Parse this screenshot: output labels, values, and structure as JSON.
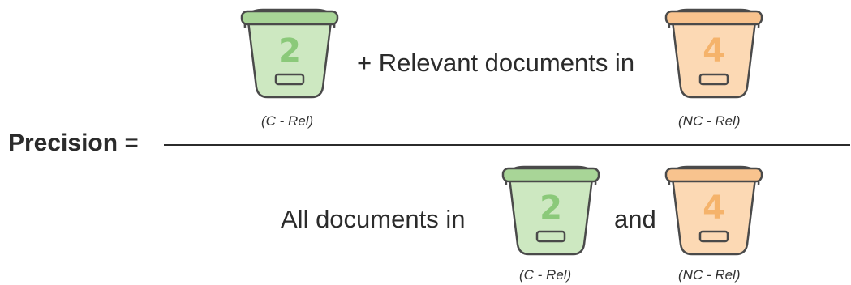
{
  "formula": {
    "label": "Precision",
    "equals": "=",
    "numerator": {
      "connector": "+ Relevant documents in",
      "bucket_left": {
        "number": "2",
        "caption": "(C - Rel)"
      },
      "bucket_right": {
        "number": "4",
        "caption": "(NC - Rel)"
      }
    },
    "denominator": {
      "prefix": "All documents in",
      "connector": "and",
      "bucket_left": {
        "number": "2",
        "caption": "(C - Rel)"
      },
      "bucket_right": {
        "number": "4",
        "caption": "(NC - Rel)"
      }
    }
  },
  "colors": {
    "green_fill": "#cde8c1",
    "green_rim": "#a8d597",
    "green_number": "#8bc97a",
    "orange_fill": "#fcd9b4",
    "orange_rim": "#f8c38e",
    "orange_number": "#f5b36b",
    "stroke": "#4a4a4a"
  }
}
